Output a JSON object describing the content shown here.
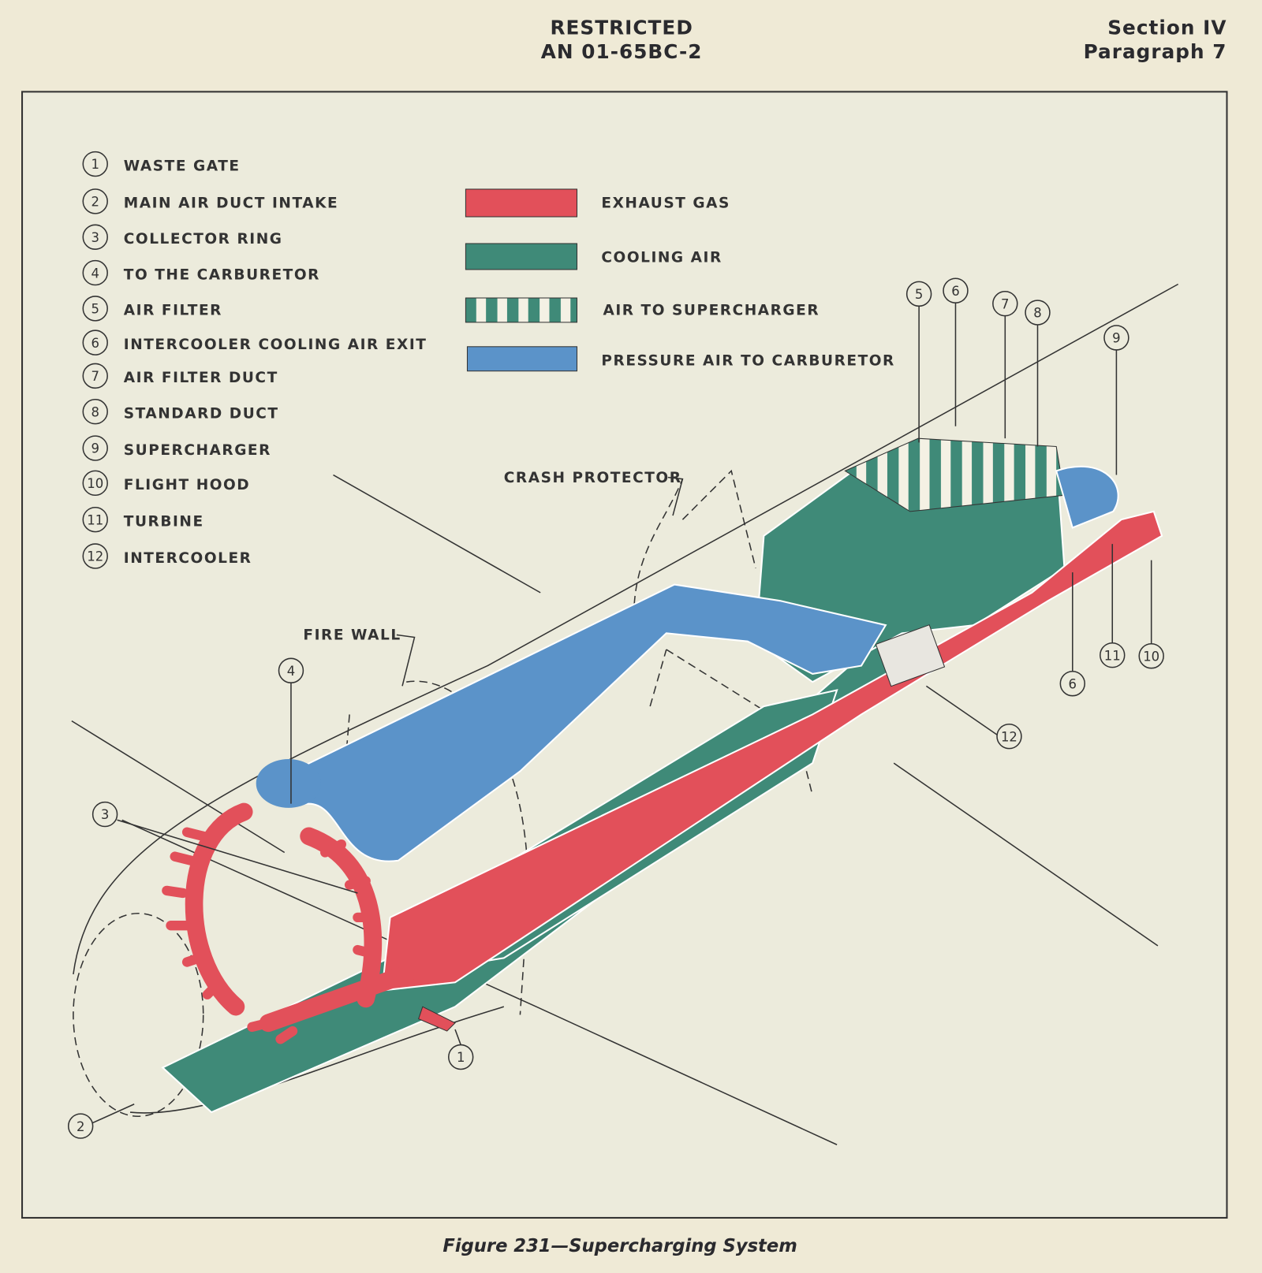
{
  "header": {
    "line1": "RESTRICTED",
    "line2": "AN 01-65BC-2",
    "section": "Section IV",
    "paragraph": "Paragraph 7"
  },
  "legend_parts": [
    {
      "num": "1",
      "label": "WASTE GATE"
    },
    {
      "num": "2",
      "label": "MAIN AIR DUCT INTAKE"
    },
    {
      "num": "3",
      "label": "COLLECTOR RING"
    },
    {
      "num": "4",
      "label": "TO THE CARBURETOR"
    },
    {
      "num": "5",
      "label": "AIR FILTER"
    },
    {
      "num": "6",
      "label": "INTERCOOLER COOLING AIR EXIT"
    },
    {
      "num": "7",
      "label": "AIR FILTER DUCT"
    },
    {
      "num": "8",
      "label": "STANDARD DUCT"
    },
    {
      "num": "9",
      "label": "SUPERCHARGER"
    },
    {
      "num": "10",
      "label": "FLIGHT HOOD"
    },
    {
      "num": "11",
      "label": "TURBINE"
    },
    {
      "num": "12",
      "label": "INTERCOOLER"
    }
  ],
  "legend_flows": [
    {
      "label": "EXHAUST GAS",
      "color": "#e2505a"
    },
    {
      "label": "COOLING AIR",
      "color": "#3f8a78"
    },
    {
      "label": "AIR TO SUPERCHARGER",
      "color": "#3f8a78"
    },
    {
      "label": "PRESSURE  AIR TO CARBURETOR",
      "color": "#5b93c9"
    }
  ],
  "annotations": {
    "crash_protector": "CRASH PROTECTOR",
    "fire_wall": "FIRE WALL"
  },
  "callouts": [
    "5",
    "6",
    "7",
    "8",
    "9",
    "11",
    "10",
    "6",
    "12",
    "4",
    "3",
    "1",
    "2"
  ],
  "caption": "Figure 231—Supercharging System"
}
